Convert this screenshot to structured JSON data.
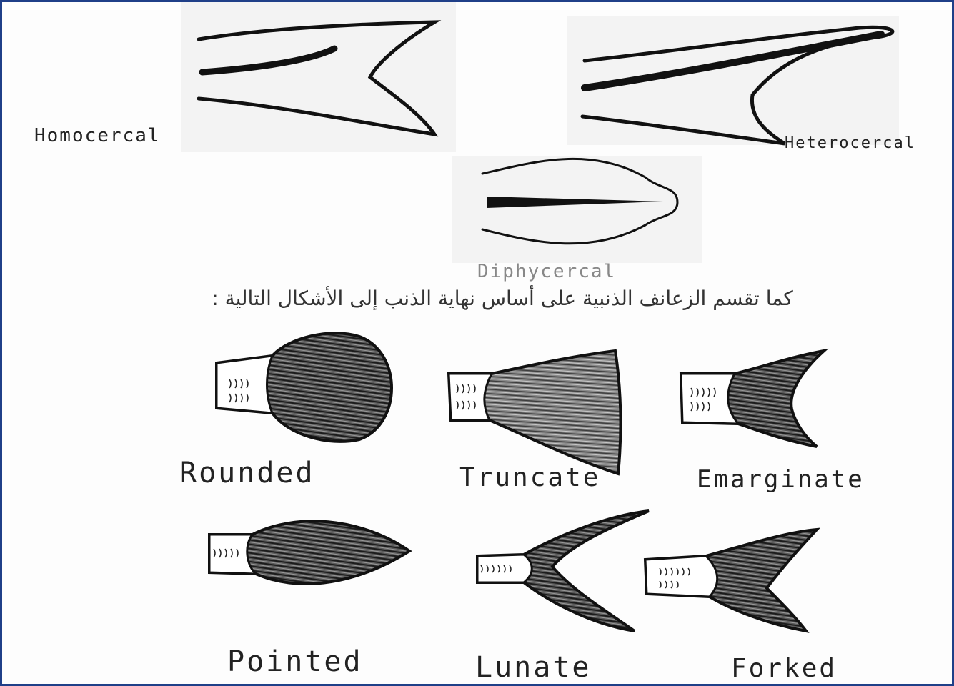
{
  "caudal_fin_types_by_vertebral_column": [
    {
      "key": "homocercal",
      "label": "Homocercal"
    },
    {
      "key": "heterocercal",
      "label": "Heterocercal"
    },
    {
      "key": "diphycercal",
      "label": "Diphycercal"
    }
  ],
  "arabic_caption": "كما تقسم الزعانف الذنبية على أساس نهاية الذنب إلى الأشكال التالية :",
  "caudal_fin_shapes": [
    {
      "key": "rounded",
      "label": "Rounded"
    },
    {
      "key": "truncate",
      "label": "Truncate"
    },
    {
      "key": "emarginate",
      "label": "Emarginate"
    },
    {
      "key": "pointed",
      "label": "Pointed"
    },
    {
      "key": "lunate",
      "label": "Lunate"
    },
    {
      "key": "forked",
      "label": "Forked"
    }
  ],
  "colors": {
    "frame": "#1f3f88",
    "ink": "#111111",
    "fin_fill": "#3a3a3a",
    "page": "#fdfdfd"
  }
}
